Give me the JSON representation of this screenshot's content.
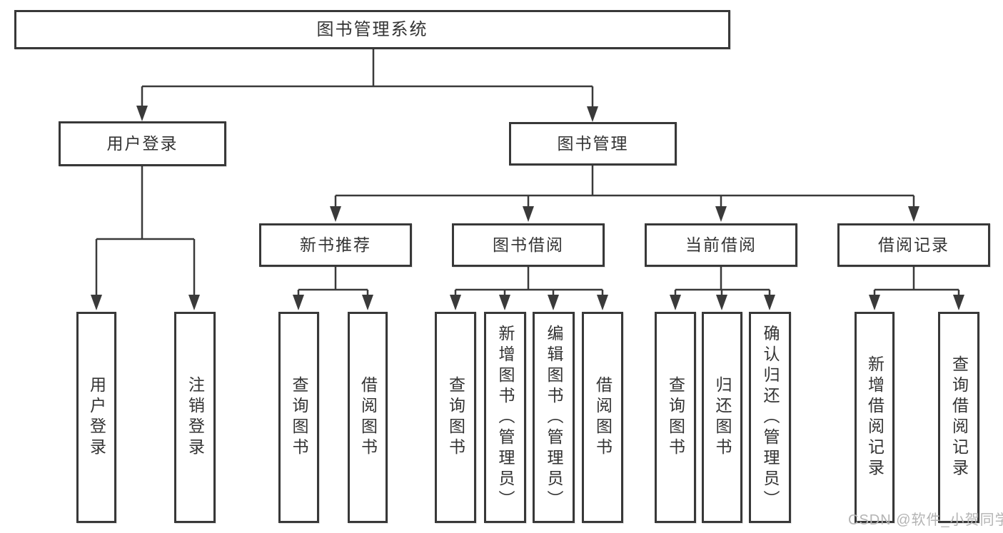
{
  "diagram_type": "functional-structure-tree",
  "colors": {
    "background": "#ffffff",
    "line": "#3a3a3a",
    "box_border": "#383838",
    "text": "#333333",
    "watermark": "#b4b4b4"
  },
  "tree": {
    "label": "图书管理系统",
    "children": [
      {
        "label": "用户登录",
        "children": [
          {
            "label": "用户登录"
          },
          {
            "label": "注销登录"
          }
        ]
      },
      {
        "label": "图书管理",
        "children": [
          {
            "label": "新书推荐",
            "children": [
              {
                "label": "查询图书"
              },
              {
                "label": "借阅图书"
              }
            ]
          },
          {
            "label": "图书借阅",
            "children": [
              {
                "label": "查询图书"
              },
              {
                "label": "新增图书（管理员）"
              },
              {
                "label": "编辑图书（管理员）"
              },
              {
                "label": "借阅图书"
              }
            ]
          },
          {
            "label": "当前借阅",
            "children": [
              {
                "label": "查询图书"
              },
              {
                "label": "归还图书"
              },
              {
                "label": "确认归还（管理员）"
              }
            ]
          },
          {
            "label": "借阅记录",
            "children": [
              {
                "label": "新增借阅记录"
              },
              {
                "label": "查询借阅记录"
              }
            ]
          }
        ]
      }
    ]
  },
  "watermark": {
    "text": "CSDN @软件_小贺同学"
  }
}
